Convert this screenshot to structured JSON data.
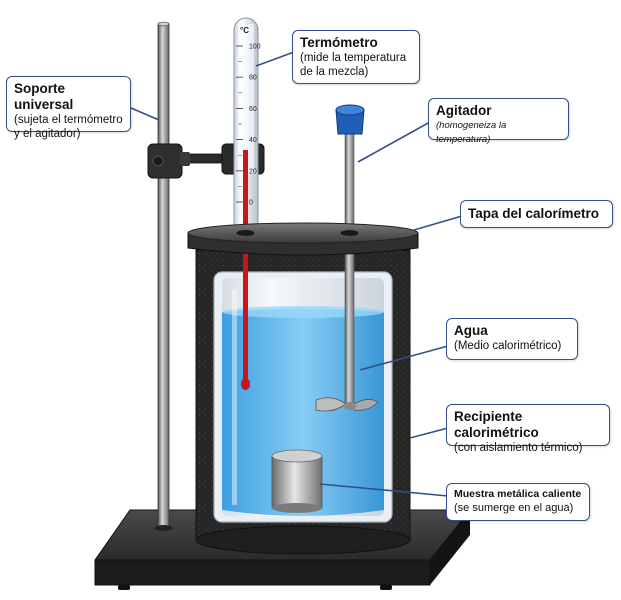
{
  "labels": {
    "soporte": {
      "title": "Soporte universal",
      "desc": "(sujeta el termómetro y el agitador)"
    },
    "termometro": {
      "title": "Termómetro",
      "desc": "(mide la temperatura de la mezcla)"
    },
    "agitador": {
      "title": "Agitador",
      "desc": "(homogeneiza la temperatura)"
    },
    "tapa": {
      "title": "Tapa del calorímetro"
    },
    "agua": {
      "title": "Agua",
      "desc": "(Medio calorimétrico)"
    },
    "recipiente": {
      "title": "Recipiente calorimétrico",
      "desc": "(con aislamiento térmico)"
    },
    "muestra": {
      "title": "Muestra metálica caliente",
      "desc": "(se sumerge en el agua)"
    }
  },
  "thermometer": {
    "unit": "°C",
    "scale": [
      "100",
      "80",
      "60",
      "40",
      "20",
      "0"
    ]
  },
  "colors": {
    "callout_border": "#33508a",
    "water": "#5fb4ea",
    "mercury": "#c8161d",
    "stirrer_knob": "#1f5fb8",
    "insulation": "#2b2b2b"
  }
}
